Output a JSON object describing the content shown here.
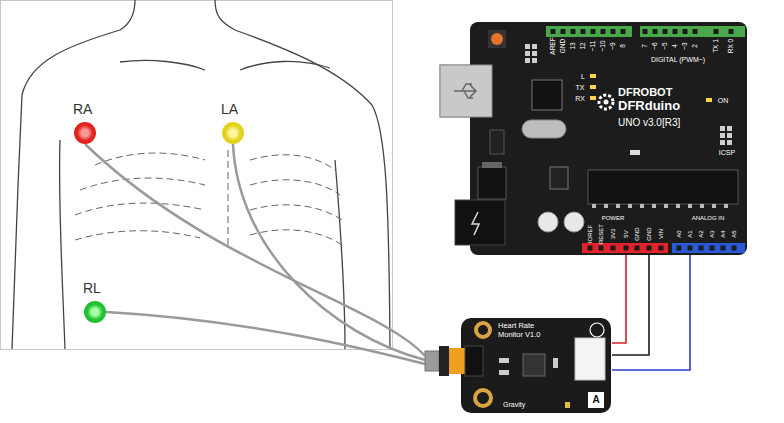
{
  "diagram": {
    "nodes": [
      {
        "text": [
          "RA"
        ]
      },
      {
        "text": [
          "LA"
        ]
      },
      {
        "text": [
          "RL"
        ]
      },
      {
        "text": [
          "DFROBOT",
          "DFRduino",
          "UNO v3.0[R3]"
        ]
      },
      {
        "text": [
          "Heart Rate Monitor V1.0",
          "Gravity",
          "A"
        ]
      }
    ],
    "edges": [
      {
        "from": 0,
        "to": 4,
        "arrow": "none"
      },
      {
        "from": 1,
        "to": 4,
        "arrow": "none"
      },
      {
        "from": 2,
        "to": 4,
        "arrow": "none"
      },
      {
        "from": 4,
        "to": 3,
        "arrow": "none"
      },
      {
        "from": 4,
        "to": 3,
        "arrow": "none"
      },
      {
        "from": 4,
        "to": 3,
        "arrow": "none"
      }
    ],
    "labels": [
      "AREF",
      "GND",
      "13",
      "12",
      "~11",
      "~10",
      "~9",
      "8",
      "7",
      "~6",
      "~5",
      "4",
      "~3",
      "2",
      "TX 1",
      "RX 0",
      "DIGITAL (PWM~)",
      "L",
      "TX",
      "RX",
      "ON",
      "ICSP",
      "IOREF",
      "RESET",
      "3V3",
      "5V",
      "GND",
      "GND",
      "VIN",
      "POWER",
      "ANALOG IN",
      "A0",
      "A1",
      "A2",
      "A3",
      "A4",
      "A5"
    ]
  }
}
